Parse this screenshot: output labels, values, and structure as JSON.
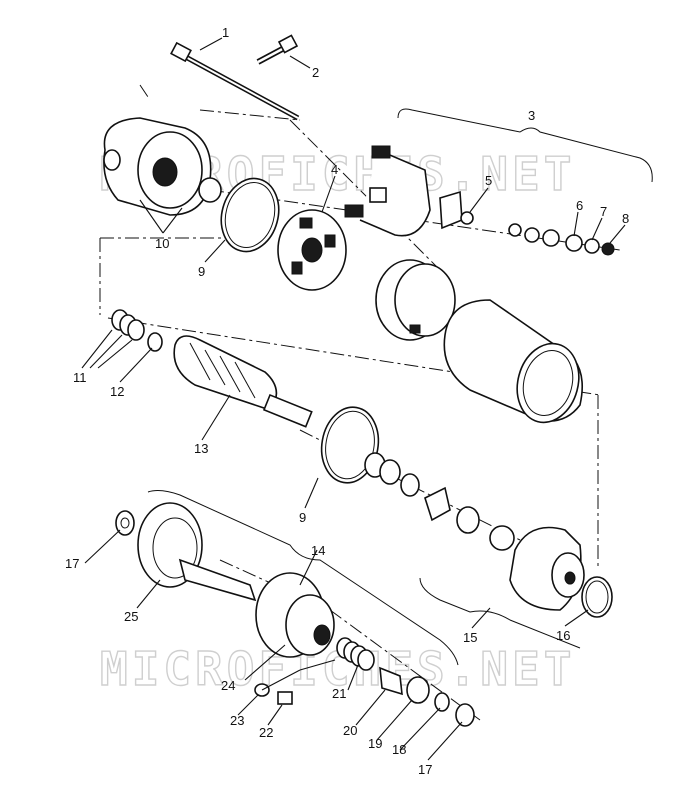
{
  "watermark": "MICROFICHES.NET",
  "callouts": [
    "1",
    "2",
    "3",
    "4",
    "5",
    "6",
    "7",
    "8",
    "9",
    "9",
    "10",
    "11",
    "12",
    "13",
    "14",
    "15",
    "16",
    "17",
    "17",
    "18",
    "19",
    "20",
    "21",
    "22",
    "23",
    "24",
    "25"
  ]
}
